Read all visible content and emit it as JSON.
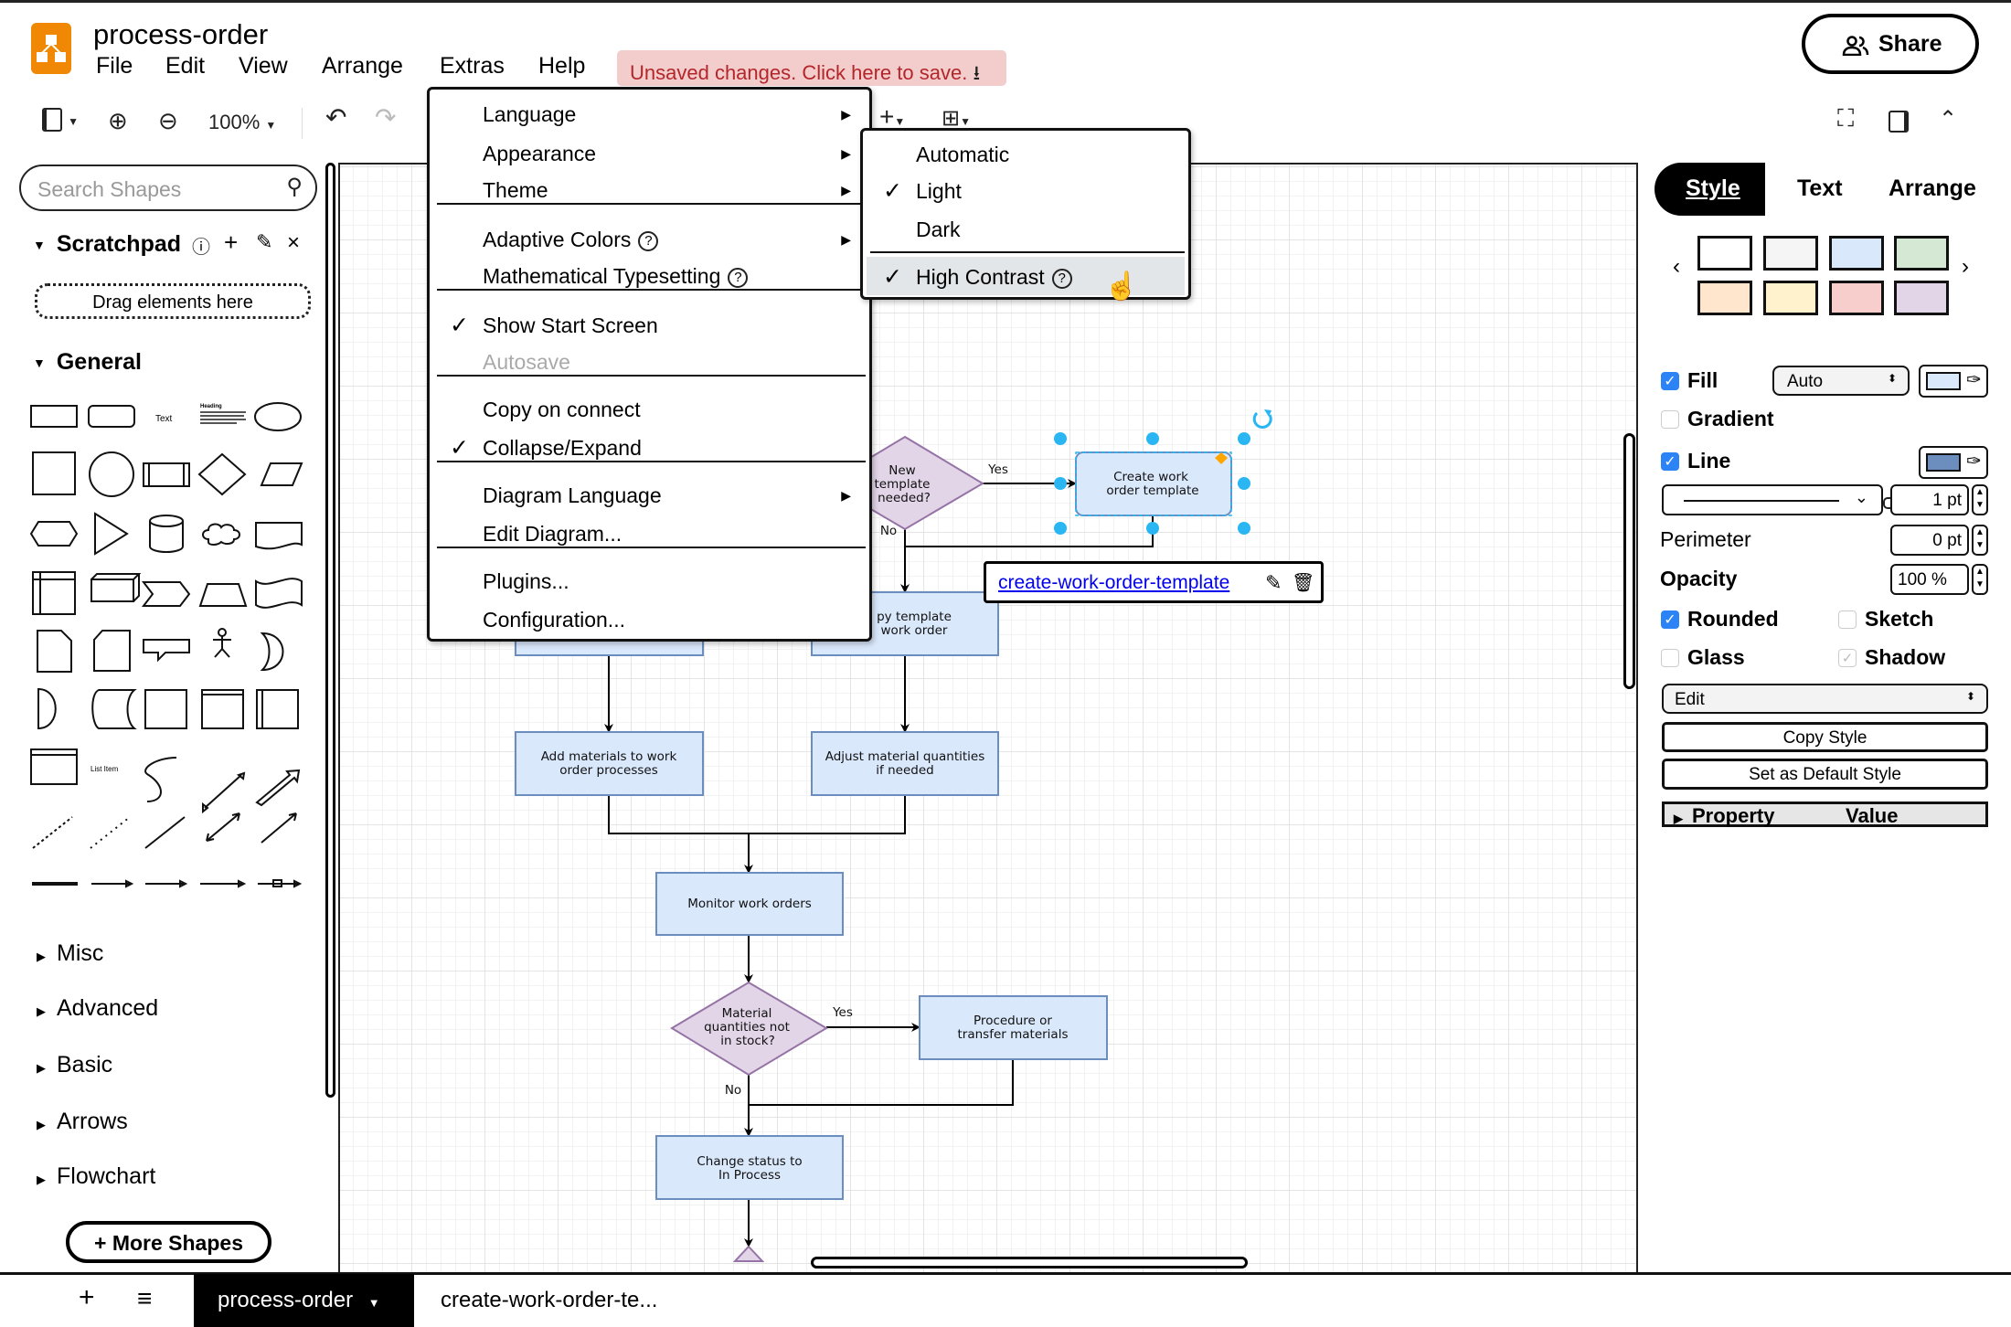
{
  "app": {
    "title": "process-order",
    "unsaved": "Unsaved changes. Click here to save.",
    "share": "Share",
    "brand_color": "#f08705"
  },
  "menubar": [
    "File",
    "Edit",
    "View",
    "Arrange",
    "Extras",
    "Help"
  ],
  "toolbar": {
    "zoom": "100%"
  },
  "sidebar": {
    "search_placeholder": "Search Shapes",
    "scratchpad": "Scratchpad",
    "drag_hint": "Drag elements here",
    "general": "General",
    "shape_text": "Text",
    "shape_heading": "Heading",
    "shape_list_item": "List Item",
    "sections": [
      "Misc",
      "Advanced",
      "Basic",
      "Arrows",
      "Flowchart"
    ],
    "more_shapes": "More Shapes"
  },
  "extras_menu": {
    "items": [
      {
        "label": "Language",
        "submenu": true
      },
      {
        "label": "Appearance",
        "submenu": true
      },
      {
        "label": "Theme",
        "submenu": true
      },
      {
        "label": "Adaptive Colors",
        "submenu": true,
        "help": true
      },
      {
        "label": "Mathematical Typesetting",
        "help": true
      },
      {
        "label": "Show Start Screen",
        "checked": true
      },
      {
        "label": "Autosave",
        "disabled": true
      },
      {
        "label": "Copy on connect"
      },
      {
        "label": "Collapse/Expand",
        "checked": true
      },
      {
        "label": "Diagram Language",
        "submenu": true
      },
      {
        "label": "Edit Diagram..."
      },
      {
        "label": "Plugins..."
      },
      {
        "label": "Configuration..."
      }
    ]
  },
  "theme_menu": {
    "items": [
      {
        "label": "Automatic"
      },
      {
        "label": "Light",
        "checked": true
      },
      {
        "label": "Dark"
      },
      {
        "label": "High Contrast",
        "checked": true,
        "help": true,
        "hovered": true
      }
    ]
  },
  "diagram": {
    "n_new_template": [
      "New",
      "template",
      "needed?"
    ],
    "n_create": [
      "Create work",
      "order template"
    ],
    "n_copy": [
      "py template",
      "work order"
    ],
    "n_add": [
      "Add materials to work",
      "order processes"
    ],
    "n_adjust": [
      "Adjust material quantities",
      "if needed"
    ],
    "n_monitor": [
      "Monitor work orders"
    ],
    "n_material": [
      "Material",
      "quantities not",
      "in stock?"
    ],
    "n_procedure": [
      "Procedure or",
      "transfer materials"
    ],
    "n_change": [
      "Change status to",
      "In Process"
    ],
    "yes": "Yes",
    "no": "No",
    "fill": "#dae8fc",
    "stroke": "#6c8ebf",
    "decision_fill": "#e1d5e7",
    "decision_stroke": "#9673a6"
  },
  "link_tooltip": "create-work-order-template",
  "format_panel": {
    "tabs": [
      "Style",
      "Text",
      "Arrange"
    ],
    "swatches": [
      "#ffffff",
      "#f5f5f5",
      "#dae8fc",
      "#d5e8d4",
      "#ffe6cc",
      "#fff2cc",
      "#f8cecc",
      "#e1d5e7"
    ],
    "fill": "Fill",
    "fill_mode": "Auto",
    "fill_color": "#dae8fc",
    "gradient": "Gradient",
    "line": "Line",
    "line_color": "#6c8ebf",
    "line_width": "1 pt",
    "perimeter": "Perimeter",
    "perimeter_value": "0 pt",
    "opacity": "Opacity",
    "opacity_value": "100 %",
    "rounded": "Rounded",
    "sketch": "Sketch",
    "glass": "Glass",
    "shadow": "Shadow",
    "edit": "Edit",
    "copy_style": "Copy Style",
    "set_default": "Set as Default Style",
    "property": "Property",
    "value": "Value"
  },
  "pages": {
    "active": "process-order",
    "other": "create-work-order-te..."
  }
}
